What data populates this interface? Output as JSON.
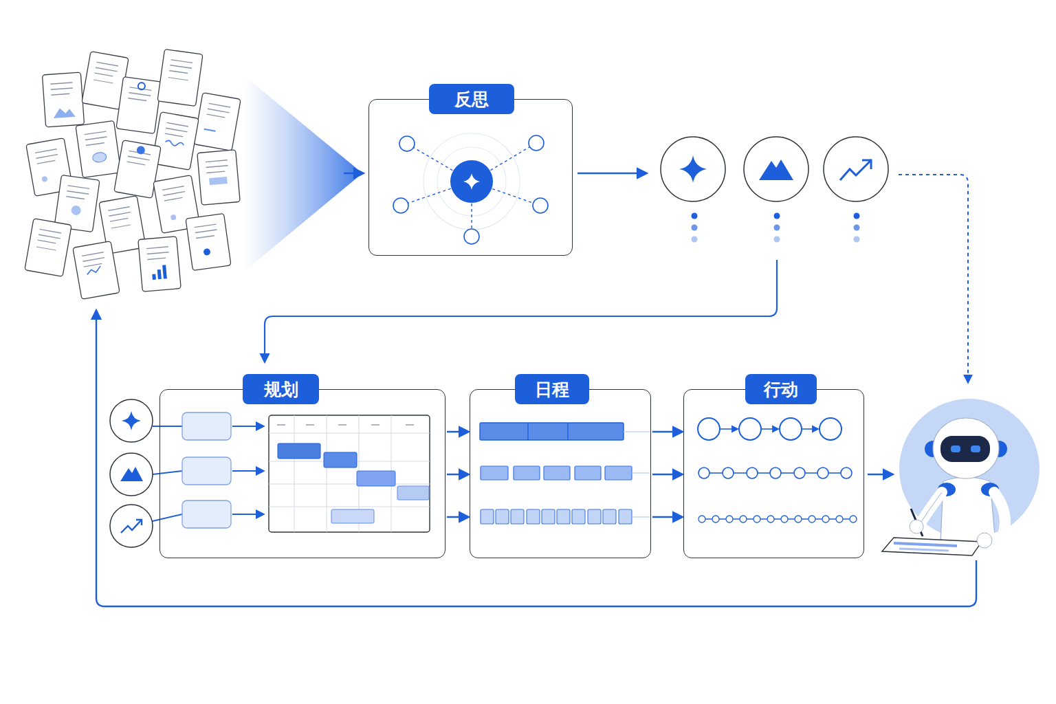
{
  "diagram": {
    "nodes": [
      {
        "text": [
          "反思"
        ]
      },
      {
        "text": [
          "规划"
        ]
      },
      {
        "text": [
          "日程"
        ]
      },
      {
        "text": [
          "行动"
        ]
      }
    ],
    "edges": [
      {
        "from": 1,
        "to": 2,
        "arrow": "to"
      },
      {
        "from": 1,
        "to": 2,
        "arrow": "to"
      },
      {
        "from": 1,
        "to": 2,
        "arrow": "to"
      },
      {
        "from": 2,
        "to": 3,
        "arrow": "to"
      },
      {
        "from": 2,
        "to": 3,
        "arrow": "to"
      },
      {
        "from": 2,
        "to": 3,
        "arrow": "to"
      }
    ]
  }
}
